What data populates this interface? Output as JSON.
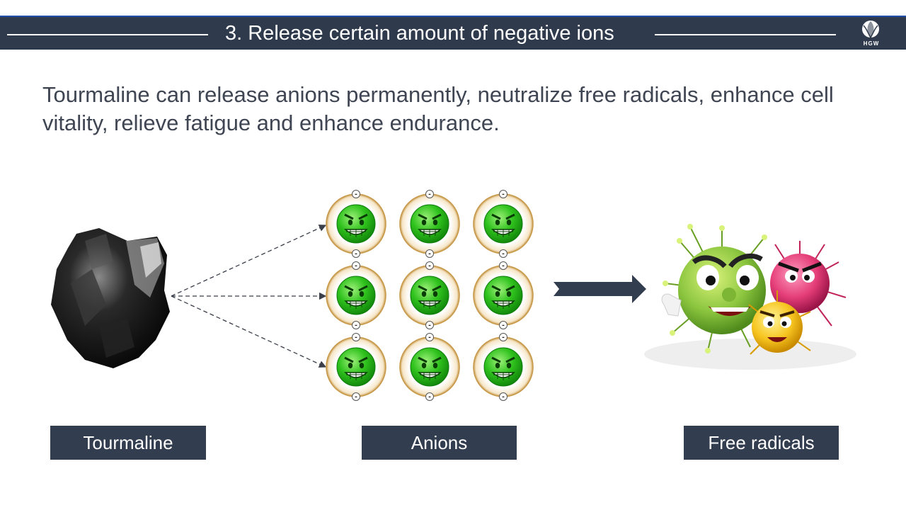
{
  "header": {
    "title": "3. Release certain amount of negative ions",
    "logo_text": "HGW"
  },
  "intro_text": "Tourmaline can release anions permanently, neutralize free radicals, enhance cell vitality, relieve fatigue and enhance endurance.",
  "labels": {
    "tourmaline": "Tourmaline",
    "anions": "Anions",
    "free_radicals": "Free radicals"
  },
  "anion_grid": {
    "rows": 3,
    "cols": 3,
    "charge_symbol": "-"
  },
  "colors": {
    "header_bg": "#2f3b4d",
    "label_bg": "#323d4f",
    "anion_green": "#2fc21d",
    "ring_gold": "#c89a4c",
    "arrow": "#323d4f"
  }
}
